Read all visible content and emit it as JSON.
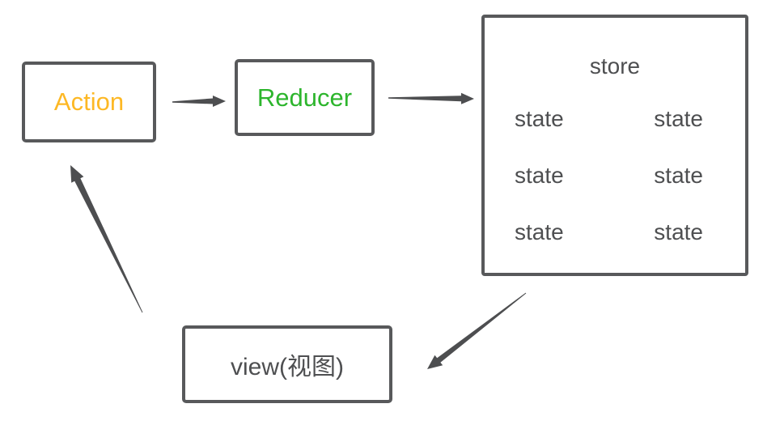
{
  "diagram": {
    "nodes": {
      "action": {
        "label": "Action"
      },
      "reducer": {
        "label": "Reducer"
      },
      "store": {
        "title": "store",
        "states": [
          "state",
          "state",
          "state",
          "state",
          "state",
          "state"
        ]
      },
      "view": {
        "label": "view(视图)"
      }
    },
    "arrows": [
      {
        "name": "action-to-reducer",
        "from": "Action",
        "to": "Reducer"
      },
      {
        "name": "reducer-to-store",
        "from": "Reducer",
        "to": "store"
      },
      {
        "name": "store-to-view",
        "from": "store",
        "to": "view(视图)"
      },
      {
        "name": "view-to-action",
        "from": "view(视图)",
        "to": "Action"
      }
    ],
    "colors": {
      "action_text": "#fdb824",
      "reducer_text": "#2db52d",
      "box_border": "#58595b",
      "arrow": "#4d4e50",
      "text": "#4e4f51",
      "background": "#ffffff"
    }
  }
}
